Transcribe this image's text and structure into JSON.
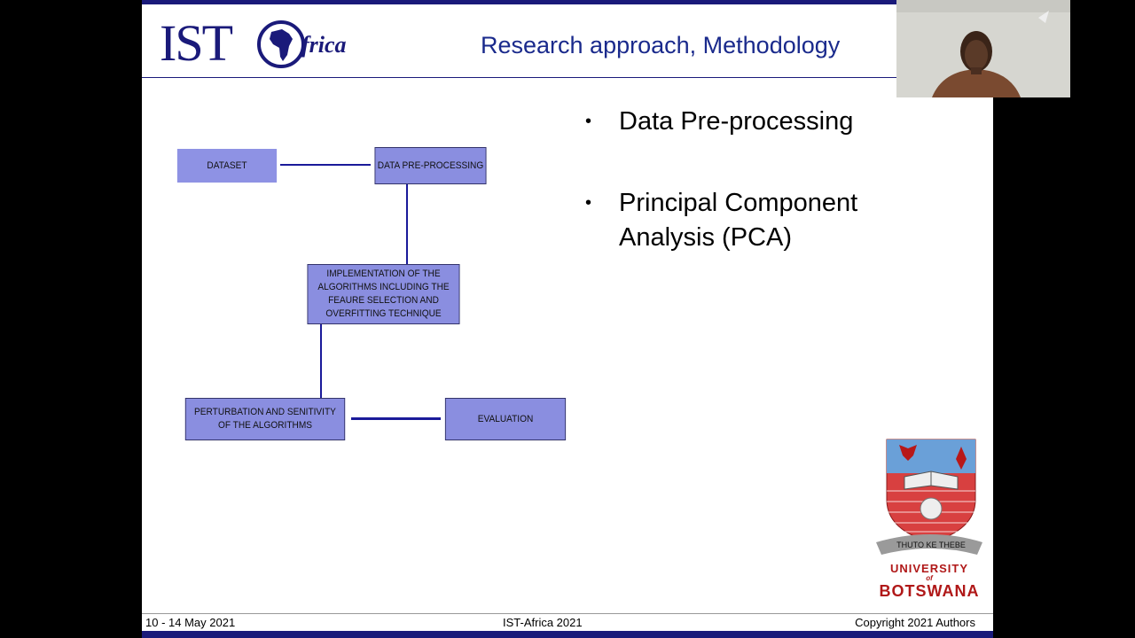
{
  "slide": {
    "logo_text_ist": "IST",
    "logo_text_africa": "frica",
    "title": "Research approach, Methodology",
    "flowchart": {
      "dataset": "DATASET",
      "preprocessing": "DATA PRE-PROCESSING",
      "implementation": "IMPLEMENTATION OF THE ALGORITHMS INCLUDING THE FEAURE SELECTION AND OVERFITTING TECHNIQUE",
      "perturbation": "PERTURBATION AND SENITIVITY OF THE ALGORITHMS",
      "evaluation": "EVALUATION"
    },
    "bullets": [
      "Data Pre-processing",
      "Principal Component Analysis (PCA)"
    ],
    "university": {
      "motto": "THUTO KE THEBE",
      "line1": "UNIVERSITY",
      "line2": "of",
      "line3": "BOTSWANA"
    },
    "footer": {
      "left": "10 - 14  May 2021",
      "center": "IST-Africa 2021",
      "right": "Copyright 2021 Authors"
    }
  },
  "colors": {
    "brand_navy": "#1a1a7a",
    "box_fill": "#8a8ee0",
    "university_red": "#b01818"
  }
}
